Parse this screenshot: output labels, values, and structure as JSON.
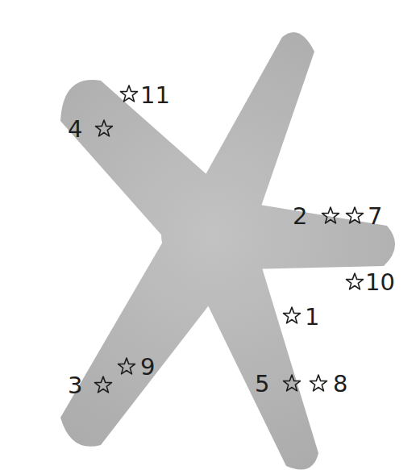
{
  "diagram": {
    "labels": [
      "11",
      "4",
      "2",
      "7",
      "10",
      "1",
      "9",
      "3",
      "5",
      "8"
    ]
  }
}
